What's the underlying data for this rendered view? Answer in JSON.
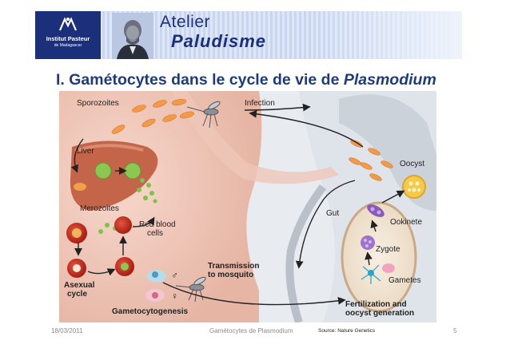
{
  "banner": {
    "logo_line1": "Institut Pasteur",
    "logo_line2": "de Madagascar",
    "title_line1": "Atelier",
    "title_line2": "Paludisme"
  },
  "heading": {
    "prefix": "I. Gamétocytes dans le cycle de vie de ",
    "italic": "Plasmodium"
  },
  "figure_labels": {
    "sporozoites": "Sporozoites",
    "infection": "Infection",
    "liver": "Liver",
    "merozoites": "Merozoites",
    "red_blood_line1": "Red blood",
    "red_blood_line2": "cells",
    "asexual_line1": "Asexual",
    "asexual_line2": "cycle",
    "transmission_line1": "Transmission",
    "transmission_line2": "to mosquito",
    "gametocytogenesis": "Gametocytogenesis",
    "oocyst": "Oocyst",
    "gut": "Gut",
    "ookinete": "Ookinete",
    "zygote": "Zygote",
    "gametes": "Gametes",
    "fertilization_line1": "Fertilization and",
    "fertilization_line2": "oocyst generation",
    "male_symbol": "♂",
    "female_symbol": "♀"
  },
  "footer": {
    "date": "18/03/2011",
    "center": "Gamétocytes de Plasmodium",
    "source": "Source: Nature Genetics",
    "page": "5"
  }
}
